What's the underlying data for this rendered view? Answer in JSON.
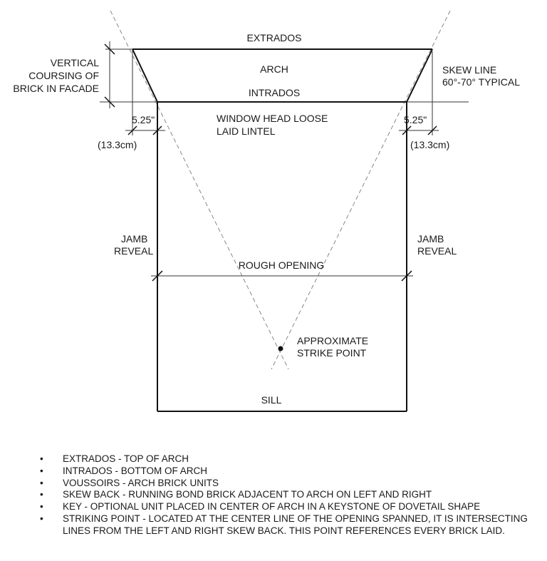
{
  "labels": {
    "extrados": "EXTRADOS",
    "arch": "ARCH",
    "intrados": "INTRADOS",
    "vertical_coursing": [
      "VERTICAL",
      "COURSING OF",
      "BRICK IN FACADE"
    ],
    "skew_line": [
      "SKEW LINE",
      "60°-70° TYPICAL"
    ],
    "left_dim": "5.25\"",
    "left_dim_metric": "(13.3cm)",
    "right_dim": "5.25\"",
    "right_dim_metric": "(13.3cm)",
    "window_head": [
      "WINDOW HEAD LOOSE",
      "LAID LINTEL"
    ],
    "jamb_left": [
      "JAMB",
      "REVEAL"
    ],
    "jamb_right": [
      "JAMB",
      "REVEAL"
    ],
    "rough_opening": "ROUGH OPENING",
    "strike_point": [
      "APPROXIMATE",
      "STRIKE POINT"
    ],
    "sill": "SILL"
  },
  "notes": [
    "EXTRADOS - TOP OF ARCH",
    "INTRADOS - BOTTOM OF ARCH",
    "VOUSSOIRS - ARCH BRICK UNITS",
    "SKEW BACK - RUNNING BOND BRICK ADJACENT TO ARCH ON LEFT AND RIGHT",
    "KEY - OPTIONAL UNIT PLACED IN CENTER OF ARCH IN A KEYSTONE OF DOVETAIL SHAPE",
    "STRIKING POINT - LOCATED AT THE CENTER LINE OF THE OPENING SPANNED, IT IS INTERSECTING LINES FROM THE LEFT AND RIGHT SKEW BACK. THIS POINT REFERENCES EVERY BRICK LAID."
  ],
  "bullet": "•"
}
